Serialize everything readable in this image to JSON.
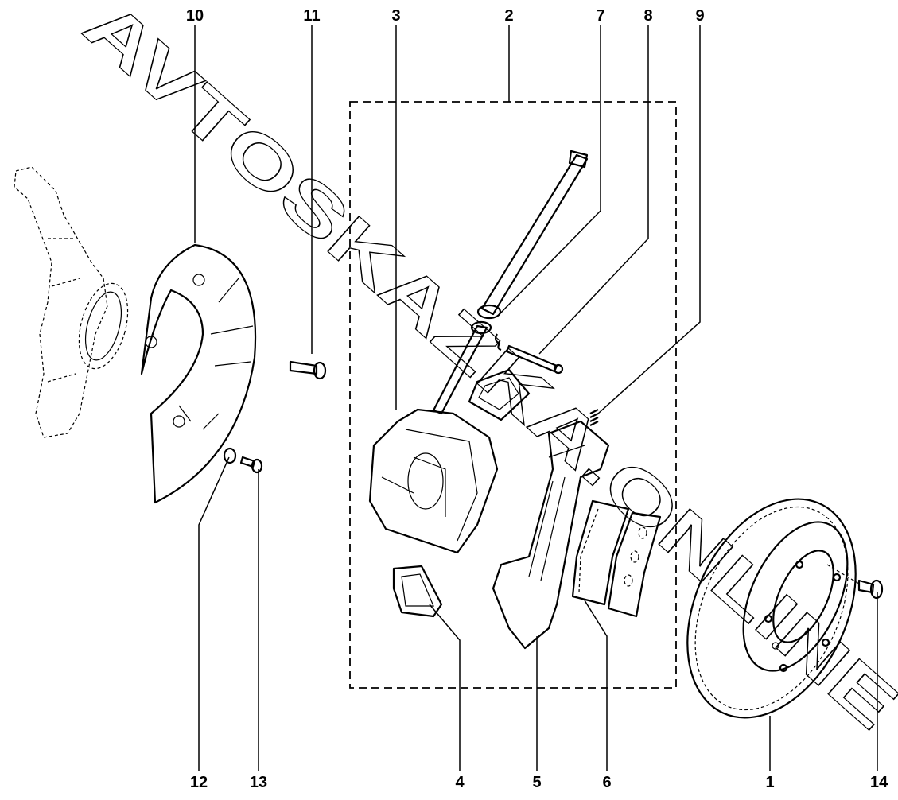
{
  "diagram": {
    "title": "Front brake assembly exploded view",
    "watermark": "AVTOSKAZKA.ONLINE",
    "callouts_top": [
      "10",
      "11",
      "3",
      "2",
      "7",
      "8",
      "9"
    ],
    "callouts_bottom": [
      "12",
      "13",
      "4",
      "5",
      "6",
      "1",
      "14"
    ]
  }
}
